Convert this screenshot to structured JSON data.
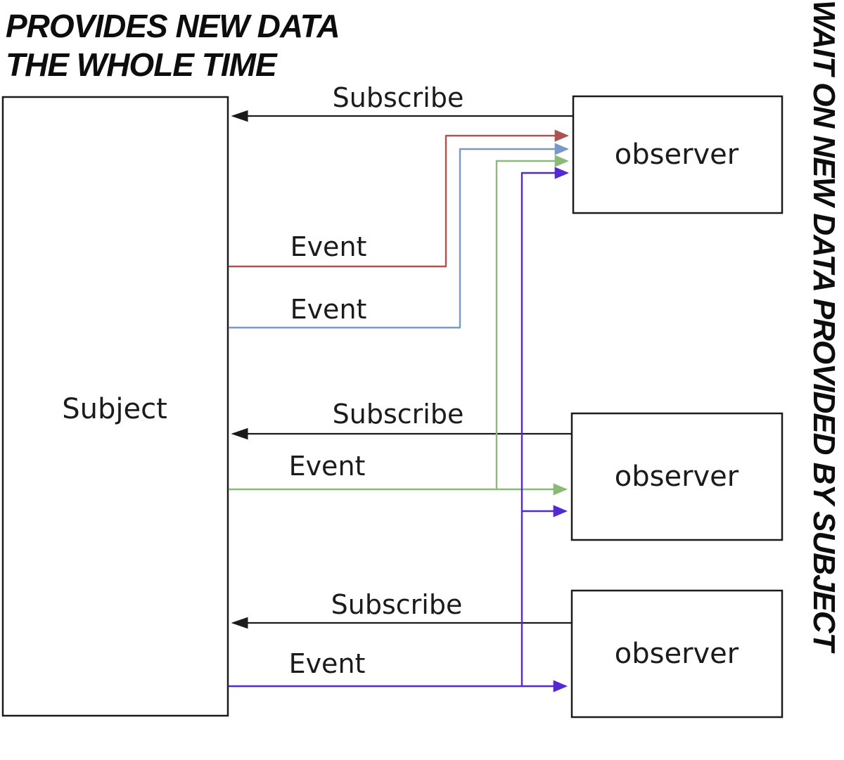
{
  "annotations": {
    "title_line1": "PROVIDES NEW DATA",
    "title_line2": "THE WHOLE TIME",
    "side_note": "WAIT ON NEW DATA PROVIDED BY SUBJECT"
  },
  "subject": {
    "label": "Subject"
  },
  "observers": [
    {
      "label": "observer"
    },
    {
      "label": "observer"
    },
    {
      "label": "observer"
    }
  ],
  "edges": {
    "subscribe": [
      {
        "label": "Subscribe"
      },
      {
        "label": "Subscribe"
      },
      {
        "label": "Subscribe"
      }
    ],
    "events": [
      {
        "label": "Event",
        "color": "#ab5350"
      },
      {
        "label": "Event",
        "color": "#7b97c4"
      },
      {
        "label": "Event",
        "color": "#8bba78"
      },
      {
        "label": "Event",
        "color": "#5328d5"
      }
    ]
  },
  "colors": {
    "ink": "#1b1b1b",
    "background": "#ffffff"
  }
}
